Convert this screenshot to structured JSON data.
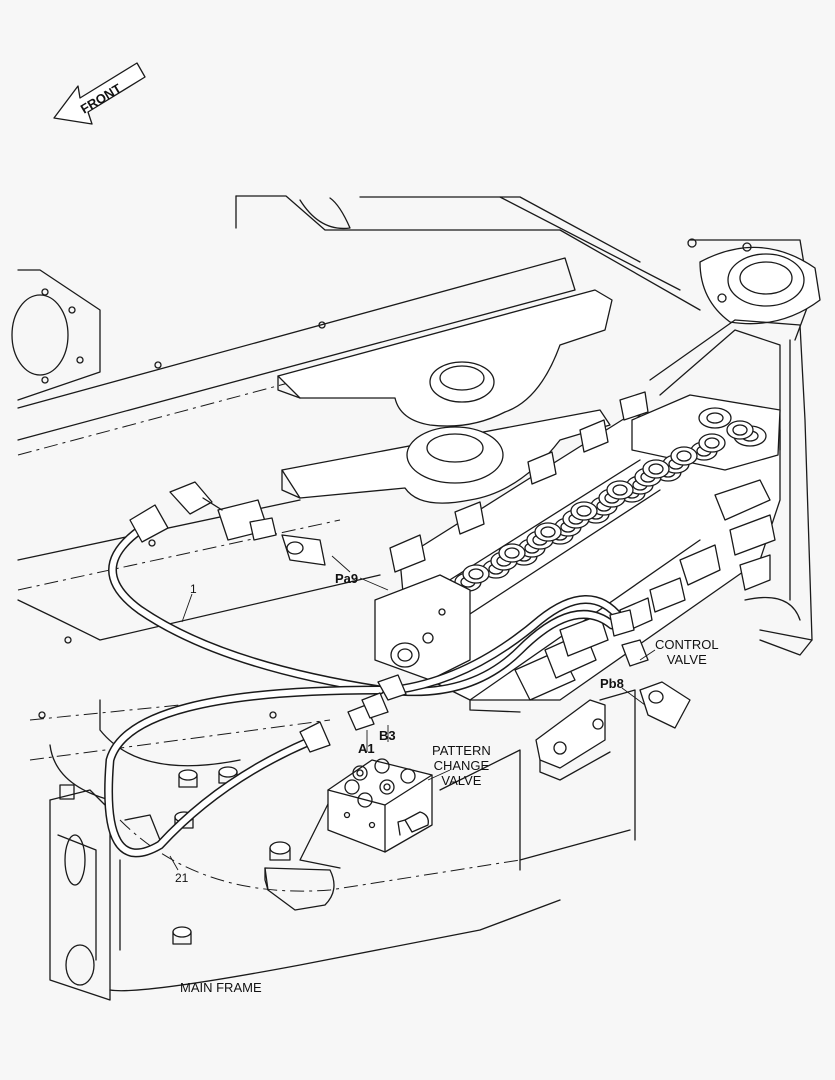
{
  "front_arrow": {
    "text": "FRONT"
  },
  "callouts": {
    "item_1": "1",
    "item_21": "21",
    "port_pa9": "Pa9",
    "port_pb8": "Pb8",
    "port_a1": "A1",
    "port_b3": "B3",
    "control_valve": [
      "CONTROL",
      "VALVE"
    ],
    "pattern_change_valve": [
      "PATTERN",
      "CHANGE",
      "VALVE"
    ],
    "main_frame": "MAIN FRAME"
  }
}
